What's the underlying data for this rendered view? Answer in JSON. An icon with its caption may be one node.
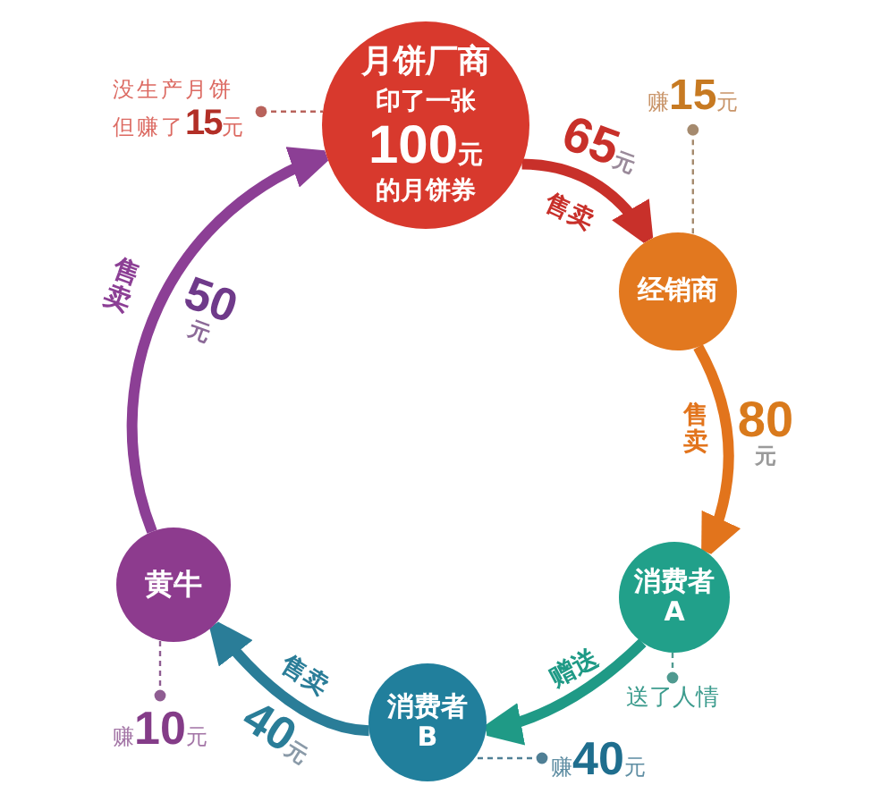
{
  "diagram": {
    "nodes": [
      {
        "text": [
          "月饼厂商",
          "印了一张**100**元的月饼券"
        ]
      },
      {
        "text": [
          "经销商"
        ]
      },
      {
        "text": [
          "消费者 A"
        ]
      },
      {
        "text": [
          "消费者 B"
        ]
      },
      {
        "text": [
          "黄牛"
        ]
      },
      {
        "text": [
          "没生产月饼但赚了**15**元"
        ]
      },
      {
        "text": [
          "赚**15**元"
        ]
      },
      {
        "text": [
          "送了人情"
        ]
      },
      {
        "text": [
          "赚**40**元"
        ]
      },
      {
        "text": [
          "赚**10**元"
        ]
      }
    ],
    "edges": [
      {
        "from": 0,
        "to": 1,
        "arrow": "to",
        "label": "售卖",
        "style": "thick",
        "color": "#c8302a"
      },
      {
        "from": 1,
        "to": 2,
        "arrow": "to",
        "label": "售卖",
        "style": "thick",
        "color": "#e2741c"
      },
      {
        "from": 2,
        "to": 3,
        "arrow": "to",
        "label": "赠送",
        "style": "thick",
        "color": "#1f9a86"
      },
      {
        "from": 3,
        "to": 4,
        "arrow": "to",
        "label": "售卖",
        "style": "thick",
        "color": "#2a7d98"
      },
      {
        "from": 4,
        "to": 0,
        "arrow": "to",
        "label": "售卖",
        "style": "thick",
        "color": "#8c3f95"
      },
      {
        "from": 5,
        "to": 0,
        "arrow": "other",
        "style": "dashed",
        "color": "#b8625b"
      },
      {
        "from": 6,
        "to": 1,
        "arrow": "other",
        "style": "dashed",
        "color": "#a58a6e"
      },
      {
        "from": 7,
        "to": 2,
        "arrow": "other",
        "style": "dashed",
        "color": "#4f9a90"
      },
      {
        "from": 8,
        "to": 3,
        "arrow": "other",
        "style": "dashed",
        "color": "#4f7f95"
      },
      {
        "from": 9,
        "to": 4,
        "arrow": "other",
        "style": "dashed",
        "color": "#8f5d92"
      }
    ],
    "labels": [
      "**65**元",
      "**50**元",
      "**80**元",
      "**40**元"
    ]
  }
}
